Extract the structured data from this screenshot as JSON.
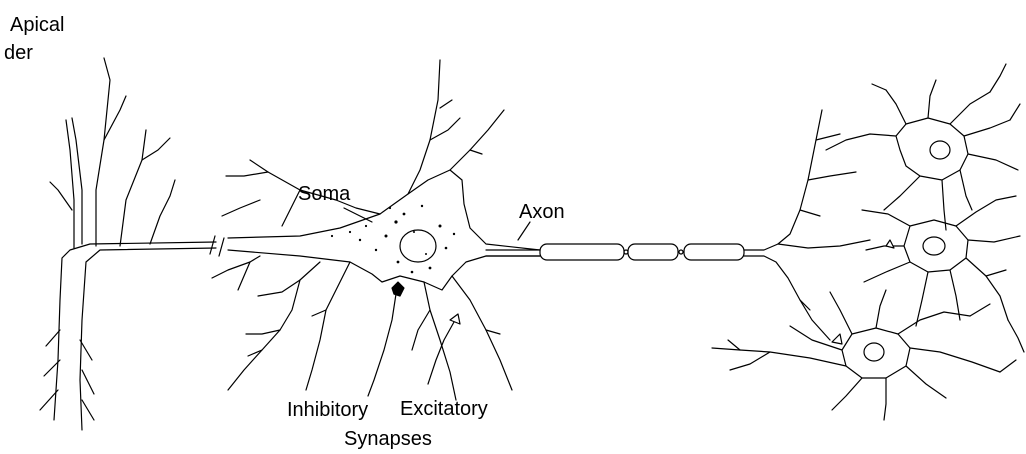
{
  "labels": {
    "apical": "Apical",
    "der": "der",
    "soma": "Soma",
    "axon": "Axon",
    "inhibitory": "Inhibitory",
    "excitatory": "Excitatory",
    "synapses": "Synapses"
  },
  "colors": {
    "line": "#000000",
    "background": "#ffffff"
  }
}
